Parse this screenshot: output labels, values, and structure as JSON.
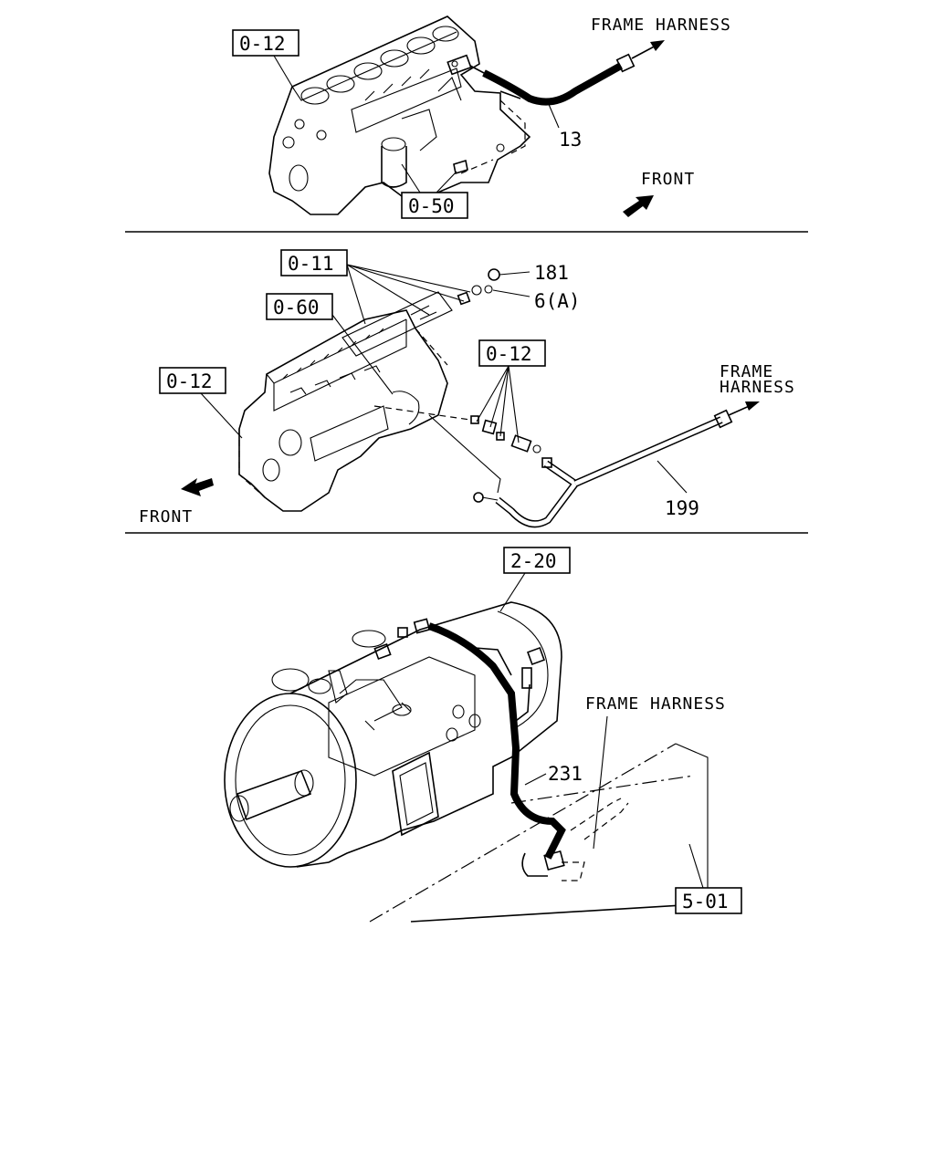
{
  "panel_top": {
    "ref_engine": "0-12",
    "ref_oil": "0-50",
    "part_harness": "13",
    "frame_harness": "FRAME HARNESS",
    "front": "FRONT"
  },
  "panel_middle": {
    "ref_head": "0-11",
    "ref_injector": "0-60",
    "ref_engine": "0-12",
    "ref_sensor": "0-12",
    "part_nut": "181",
    "part_washer": "6(A)",
    "part_harness": "199",
    "frame_harness_line1": "FRAME",
    "frame_harness_line2": "HARNESS",
    "front": "FRONT"
  },
  "panel_bottom": {
    "ref_trans": "2-20",
    "ref_frame": "5-01",
    "part_harness": "231",
    "frame_harness": "FRAME HARNESS"
  }
}
